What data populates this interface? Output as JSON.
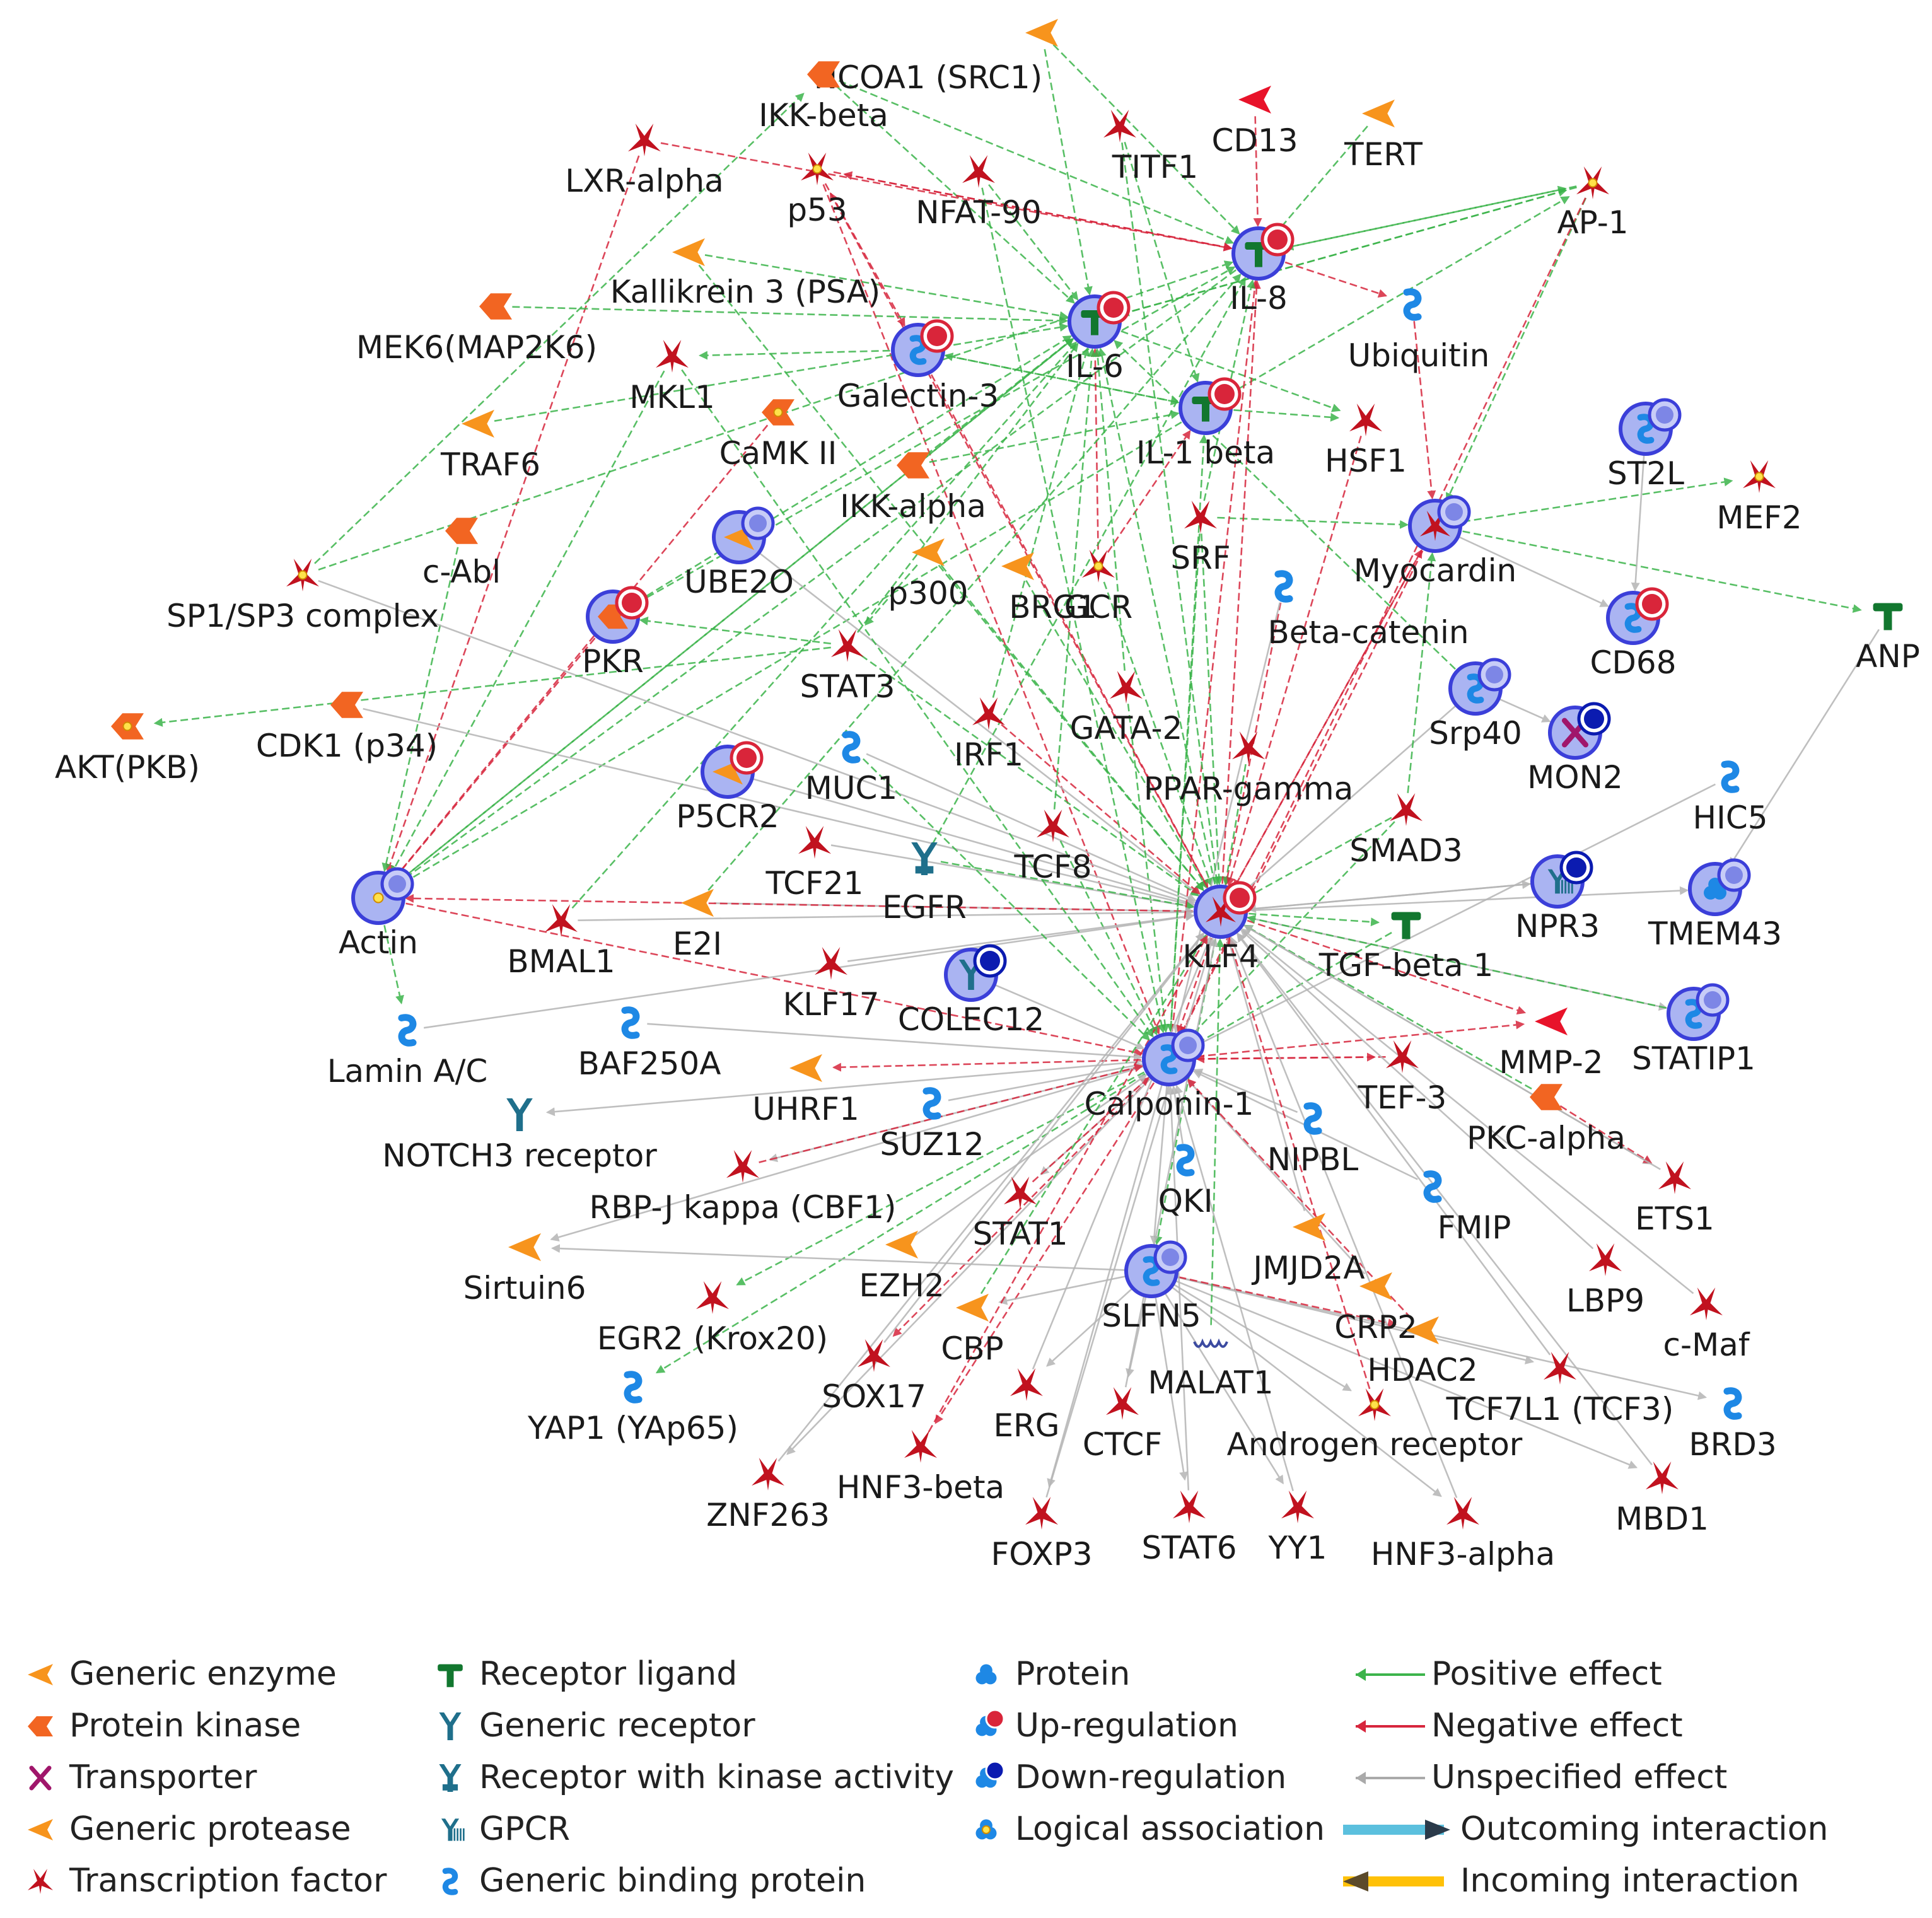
{
  "colors": {
    "enzyme": "#f7941d",
    "kinase": "#f26522",
    "tf": "#c1121f",
    "ligand": "#12772f",
    "receptor": "#1f6f8b",
    "binding": "#1e88e5",
    "protein_ring": "#3b3fd9",
    "protein_fill": "#aab4f2",
    "up": "#d9253a",
    "down": "#0b1bb0",
    "transporter": "#a0166b",
    "edge_pos": "#3cb44b",
    "edge_neg": "#d7263d",
    "edge_unspec": "#b5b5b5"
  },
  "nodes": {
    "ncoa1": {
      "label": "NCOA1 (SRC1)",
      "type": "protease"
    },
    "ikkbeta": {
      "label": "IKK-beta",
      "type": "kinase"
    },
    "cd13": {
      "label": "CD13",
      "type": "protease_red"
    },
    "lxralpha": {
      "label": "LXR-alpha",
      "type": "tf"
    },
    "titf1": {
      "label": "TITF1",
      "type": "tf"
    },
    "tert": {
      "label": "TERT",
      "type": "enzyme"
    },
    "p53": {
      "label": "p53",
      "type": "tf_logic"
    },
    "nfat90": {
      "label": "NFAT-90",
      "type": "tf"
    },
    "ap1": {
      "label": "AP-1",
      "type": "tf_logic"
    },
    "il8": {
      "label": "IL-8",
      "type": "ligand_up"
    },
    "klk3": {
      "label": "Kallikrein 3 (PSA)",
      "type": "protease"
    },
    "mek6": {
      "label": "MEK6(MAP2K6)",
      "type": "kinase"
    },
    "il6": {
      "label": "IL-6",
      "type": "ligand_up"
    },
    "galectin3": {
      "label": "Galectin-3",
      "type": "binding_up"
    },
    "ubiquitin": {
      "label": "Ubiquitin",
      "type": "binding"
    },
    "mkl1": {
      "label": "MKL1",
      "type": "tf"
    },
    "traf6": {
      "label": "TRAF6",
      "type": "enzyme"
    },
    "camk2": {
      "label": "CaMK II",
      "type": "kinase_logic"
    },
    "il1beta": {
      "label": "IL-1 beta",
      "type": "ligand_up"
    },
    "hsf1": {
      "label": "HSF1",
      "type": "tf"
    },
    "st2l": {
      "label": "ST2L",
      "type": "binding_assoc"
    },
    "mef2": {
      "label": "MEF2",
      "type": "tf_logic"
    },
    "ikkalpha": {
      "label": "IKK-alpha",
      "type": "kinase"
    },
    "ube2o": {
      "label": "UBE2O",
      "type": "enzyme_assoc"
    },
    "cabl": {
      "label": "c-Abl",
      "type": "kinase"
    },
    "srf": {
      "label": "SRF",
      "type": "tf"
    },
    "myocardin": {
      "label": "Myocardin",
      "type": "tf_assoc"
    },
    "sp1sp3": {
      "label": "SP1/SP3 complex",
      "type": "tf_logic"
    },
    "pkr": {
      "label": "PKR",
      "type": "kinase_up"
    },
    "p300": {
      "label": "p300",
      "type": "enzyme"
    },
    "brg1": {
      "label": "BRG1",
      "type": "enzyme"
    },
    "gcr": {
      "label": "GCR",
      "type": "tf_logic"
    },
    "betacatenin": {
      "label": "Beta-catenin",
      "type": "binding"
    },
    "cd68": {
      "label": "CD68",
      "type": "binding_up"
    },
    "anp": {
      "label": "ANP",
      "type": "ligand"
    },
    "stat3": {
      "label": "STAT3",
      "type": "tf"
    },
    "gata2": {
      "label": "GATA-2",
      "type": "tf"
    },
    "srp40": {
      "label": "Srp40",
      "type": "binding_assoc"
    },
    "mon2": {
      "label": "MON2",
      "type": "transporter_down"
    },
    "aktpkb": {
      "label": "AKT(PKB)",
      "type": "kinase_logic"
    },
    "cdk1": {
      "label": "CDK1 (p34)",
      "type": "kinase"
    },
    "irf1": {
      "label": "IRF1",
      "type": "tf"
    },
    "p5cr2": {
      "label": "P5CR2",
      "type": "enzyme_up"
    },
    "muc1": {
      "label": "MUC1",
      "type": "binding"
    },
    "pparg": {
      "label": "PPAR-gamma",
      "type": "tf"
    },
    "hic5": {
      "label": "HIC5",
      "type": "binding"
    },
    "tcf21": {
      "label": "TCF21",
      "type": "tf"
    },
    "tcf8": {
      "label": "TCF8",
      "type": "tf"
    },
    "smad3": {
      "label": "SMAD3",
      "type": "tf"
    },
    "egfr": {
      "label": "EGFR",
      "type": "rtk"
    },
    "npr3": {
      "label": "NPR3",
      "type": "gpcr_down"
    },
    "tmem43": {
      "label": "TMEM43",
      "type": "protein_assoc"
    },
    "actin": {
      "label": "Actin",
      "type": "logic_assoc"
    },
    "e2i": {
      "label": "E2I",
      "type": "enzyme"
    },
    "klf4": {
      "label": "KLF4",
      "type": "tf_up"
    },
    "tgfb1": {
      "label": "TGF-beta 1",
      "type": "ligand"
    },
    "bmal1": {
      "label": "BMAL1",
      "type": "tf"
    },
    "klf17": {
      "label": "KLF17",
      "type": "tf"
    },
    "colec12": {
      "label": "COLEC12",
      "type": "receptor_down"
    },
    "mmp2": {
      "label": "MMP-2",
      "type": "protease_red"
    },
    "statip1": {
      "label": "STATIP1",
      "type": "binding_assoc"
    },
    "laminac": {
      "label": "Lamin A/C",
      "type": "binding"
    },
    "baf250a": {
      "label": "BAF250A",
      "type": "binding"
    },
    "calponin1": {
      "label": "Calponin-1",
      "type": "binding_assoc"
    },
    "tef3": {
      "label": "TEF-3",
      "type": "tf"
    },
    "uhrf1": {
      "label": "UHRF1",
      "type": "enzyme"
    },
    "pkcalpha": {
      "label": "PKC-alpha",
      "type": "kinase"
    },
    "notch3": {
      "label": "NOTCH3 receptor",
      "type": "receptor"
    },
    "suz12": {
      "label": "SUZ12",
      "type": "binding"
    },
    "nipbl": {
      "label": "NIPBL",
      "type": "binding"
    },
    "ets1": {
      "label": "ETS1",
      "type": "tf"
    },
    "rbpj": {
      "label": "RBP-J kappa (CBF1)",
      "type": "tf"
    },
    "qki": {
      "label": "QKI",
      "type": "binding"
    },
    "fmip": {
      "label": "FMIP",
      "type": "binding"
    },
    "stat1": {
      "label": "STAT1",
      "type": "tf"
    },
    "jmjd2a": {
      "label": "JMJD2A",
      "type": "enzyme"
    },
    "lbp9": {
      "label": "LBP9",
      "type": "tf"
    },
    "sirtuin6": {
      "label": "Sirtuin6",
      "type": "enzyme"
    },
    "ezh2": {
      "label": "EZH2",
      "type": "enzyme"
    },
    "crp2": {
      "label": "CRP2",
      "type": "enzyme"
    },
    "cmaf": {
      "label": "c-Maf",
      "type": "tf"
    },
    "egr2": {
      "label": "EGR2 (Krox20)",
      "type": "tf"
    },
    "slfn5": {
      "label": "SLFN5",
      "type": "binding_assoc"
    },
    "hdac2": {
      "label": "HDAC2",
      "type": "enzyme"
    },
    "cbp": {
      "label": "CBP",
      "type": "enzyme"
    },
    "malat1": {
      "label": "MALAT1",
      "type": "rna"
    },
    "sox17": {
      "label": "SOX17",
      "type": "tf"
    },
    "yap1": {
      "label": "YAP1 (YAp65)",
      "type": "binding"
    },
    "erg": {
      "label": "ERG",
      "type": "tf"
    },
    "ctcf": {
      "label": "CTCF",
      "type": "tf"
    },
    "ar": {
      "label": "Androgen receptor",
      "type": "tf_logic"
    },
    "tcf7l1": {
      "label": "TCF7L1 (TCF3)",
      "type": "tf"
    },
    "brd3": {
      "label": "BRD3",
      "type": "binding"
    },
    "znf263": {
      "label": "ZNF263",
      "type": "tf"
    },
    "hnf3beta": {
      "label": "HNF3-beta",
      "type": "tf"
    },
    "foxp3": {
      "label": "FOXP3",
      "type": "tf"
    },
    "stat6": {
      "label": "STAT6",
      "type": "tf"
    },
    "yy1": {
      "label": "YY1",
      "type": "tf"
    },
    "hnf3alpha": {
      "label": "HNF3-alpha",
      "type": "tf"
    },
    "mbd1": {
      "label": "MBD1",
      "type": "tf"
    }
  },
  "edges": [
    [
      "ncoa1",
      "il6",
      "pos"
    ],
    [
      "ncoa1",
      "il8",
      "pos"
    ],
    [
      "ikkbeta",
      "il8",
      "pos"
    ],
    [
      "ikkbeta",
      "il6",
      "pos"
    ],
    [
      "cd13",
      "il8",
      "neg"
    ],
    [
      "lxralpha",
      "actin",
      "neg"
    ],
    [
      "lxralpha",
      "il8",
      "neg"
    ],
    [
      "titf1",
      "il1beta",
      "pos"
    ],
    [
      "tert",
      "il8",
      "pos"
    ],
    [
      "p53",
      "il8",
      "neg"
    ],
    [
      "p53",
      "galectin3",
      "neg"
    ],
    [
      "p53",
      "calponin1",
      "neg"
    ],
    [
      "nfat90",
      "il6",
      "pos"
    ],
    [
      "ap1",
      "il8",
      "pos"
    ],
    [
      "ap1",
      "il6",
      "pos"
    ],
    [
      "ap1",
      "myocardin",
      "pos"
    ],
    [
      "ap1",
      "calponin1",
      "neg"
    ],
    [
      "il8",
      "ap1",
      "pos"
    ],
    [
      "il8",
      "actin",
      "pos"
    ],
    [
      "il8",
      "p53",
      "neg"
    ],
    [
      "il8",
      "ubiquitin",
      "neg"
    ],
    [
      "klk3",
      "il6",
      "pos"
    ],
    [
      "mek6",
      "il6",
      "pos"
    ],
    [
      "il6",
      "actin",
      "pos"
    ],
    [
      "il6",
      "ap1",
      "pos"
    ],
    [
      "il6",
      "hsf1",
      "pos"
    ],
    [
      "galectin3",
      "il1beta",
      "pos"
    ],
    [
      "galectin3",
      "klf4",
      "neg"
    ],
    [
      "galectin3",
      "mkl1",
      "pos"
    ],
    [
      "ubiquitin",
      "myocardin",
      "neg"
    ],
    [
      "mkl1",
      "actin",
      "pos"
    ],
    [
      "traf6",
      "il6",
      "pos"
    ],
    [
      "camk2",
      "actin",
      "neg"
    ],
    [
      "il1beta",
      "ap1",
      "pos"
    ],
    [
      "il1beta",
      "hsf1",
      "pos"
    ],
    [
      "il1beta",
      "actin",
      "pos"
    ],
    [
      "il1beta",
      "galectin3",
      "pos"
    ],
    [
      "myocardin",
      "calponin1",
      "neg"
    ],
    [
      "myocardin",
      "klf4",
      "neg"
    ],
    [
      "myocardin",
      "anp",
      "pos"
    ],
    [
      "myocardin",
      "mef2",
      "pos"
    ],
    [
      "myocardin",
      "cd68",
      "unspec"
    ],
    [
      "st2l",
      "cd68",
      "unspec"
    ],
    [
      "srf",
      "calponin1",
      "pos"
    ],
    [
      "srf",
      "myocardin",
      "pos"
    ],
    [
      "srf",
      "klf4",
      "pos"
    ],
    [
      "ube2o",
      "klf4",
      "unspec"
    ],
    [
      "cabl",
      "actin",
      "pos"
    ],
    [
      "sp1sp3",
      "il8",
      "pos"
    ],
    [
      "sp1sp3",
      "ikkbeta",
      "pos"
    ],
    [
      "sp1sp3",
      "klf4",
      "unspec"
    ],
    [
      "pkr",
      "il6",
      "pos"
    ],
    [
      "pkr",
      "il8",
      "pos"
    ],
    [
      "pkr",
      "actin",
      "neg"
    ],
    [
      "p300",
      "klf4",
      "pos"
    ],
    [
      "brg1",
      "klf4",
      "pos"
    ],
    [
      "gcr",
      "il6",
      "neg"
    ],
    [
      "gcr",
      "il1beta",
      "neg"
    ],
    [
      "gcr",
      "klf4",
      "pos"
    ],
    [
      "betacatenin",
      "klf4",
      "neg"
    ],
    [
      "betacatenin",
      "calponin1",
      "unspec"
    ],
    [
      "anp",
      "tmem43",
      "unspec"
    ],
    [
      "stat3",
      "il6",
      "pos"
    ],
    [
      "stat3",
      "pkr",
      "pos"
    ],
    [
      "stat3",
      "klf4",
      "pos"
    ],
    [
      "stat3",
      "aktpkb",
      "pos"
    ],
    [
      "gata2",
      "calponin1",
      "pos"
    ],
    [
      "srp40",
      "klf4",
      "unspec"
    ],
    [
      "srp40",
      "mon2",
      "unspec"
    ],
    [
      "cdk1",
      "klf4",
      "unspec"
    ],
    [
      "irf1",
      "il6",
      "pos"
    ],
    [
      "irf1",
      "klf4",
      "neg"
    ],
    [
      "p5cr2",
      "klf4",
      "unspec"
    ],
    [
      "muc1",
      "klf4",
      "unspec"
    ],
    [
      "pparg",
      "klf4",
      "pos"
    ],
    [
      "hic5",
      "calponin1",
      "unspec"
    ],
    [
      "tcf21",
      "klf4",
      "unspec"
    ],
    [
      "tcf8",
      "calponin1",
      "pos"
    ],
    [
      "smad3",
      "calponin1",
      "pos"
    ],
    [
      "smad3",
      "klf4",
      "pos"
    ],
    [
      "egfr",
      "klf4",
      "pos"
    ],
    [
      "npr3",
      "klf4",
      "unspec"
    ],
    [
      "actin",
      "laminac",
      "pos"
    ],
    [
      "actin",
      "il6",
      "pos"
    ],
    [
      "actin",
      "calponin1",
      "neg"
    ],
    [
      "e2i",
      "klf4",
      "unspec"
    ],
    [
      "klf4",
      "actin",
      "neg"
    ],
    [
      "klf4",
      "calponin1",
      "neg"
    ],
    [
      "klf4",
      "mmp2",
      "neg"
    ],
    [
      "klf4",
      "tgfb1",
      "pos"
    ],
    [
      "klf4",
      "il8",
      "neg"
    ],
    [
      "klf4",
      "il6",
      "pos"
    ],
    [
      "klf4",
      "myocardin",
      "neg"
    ],
    [
      "klf4",
      "p53",
      "neg"
    ],
    [
      "klf4",
      "ets1",
      "unspec"
    ],
    [
      "klf4",
      "slfn5",
      "pos"
    ],
    [
      "klf4",
      "npr3",
      "unspec"
    ],
    [
      "klf4",
      "tmem43",
      "unspec"
    ],
    [
      "klf4",
      "statip1",
      "unspec"
    ],
    [
      "bmal1",
      "klf4",
      "unspec"
    ],
    [
      "klf17",
      "klf4",
      "unspec"
    ],
    [
      "colec12",
      "calponin1",
      "unspec"
    ],
    [
      "tgfb1",
      "calponin1",
      "pos"
    ],
    [
      "statip1",
      "klf4",
      "pos"
    ],
    [
      "laminac",
      "klf4",
      "unspec"
    ],
    [
      "baf250a",
      "calponin1",
      "unspec"
    ],
    [
      "calponin1",
      "slfn5",
      "unspec"
    ],
    [
      "calponin1",
      "uhrf1",
      "neg"
    ],
    [
      "calponin1",
      "notch3",
      "unspec"
    ],
    [
      "calponin1",
      "egr2",
      "pos"
    ],
    [
      "calponin1",
      "sox17",
      "neg"
    ],
    [
      "calponin1",
      "yap1",
      "pos"
    ],
    [
      "calponin1",
      "foxp3",
      "unspec"
    ],
    [
      "calponin1",
      "hnf3beta",
      "neg"
    ],
    [
      "calponin1",
      "znf263",
      "unspec"
    ],
    [
      "calponin1",
      "sirtuin6",
      "unspec"
    ],
    [
      "calponin1",
      "rbpj",
      "unspec"
    ],
    [
      "calponin1",
      "stat1",
      "unspec"
    ],
    [
      "calponin1",
      "tef3",
      "neg"
    ],
    [
      "calponin1",
      "mmp2",
      "neg"
    ],
    [
      "calponin1",
      "il8",
      "neg"
    ],
    [
      "calponin1",
      "il1beta",
      "pos"
    ],
    [
      "tef3",
      "calponin1",
      "neg"
    ],
    [
      "pkcalpha",
      "ets1",
      "neg"
    ],
    [
      "pkcalpha",
      "klf4",
      "pos"
    ],
    [
      "suz12",
      "calponin1",
      "unspec"
    ],
    [
      "nipbl",
      "calponin1",
      "unspec"
    ],
    [
      "ets1",
      "klf4",
      "unspec"
    ],
    [
      "rbpj",
      "calponin1",
      "neg"
    ],
    [
      "qki",
      "calponin1",
      "unspec"
    ],
    [
      "fmip",
      "calponin1",
      "unspec"
    ],
    [
      "stat1",
      "calponin1",
      "neg"
    ],
    [
      "jmjd2a",
      "klf4",
      "unspec"
    ],
    [
      "lbp9",
      "klf4",
      "unspec"
    ],
    [
      "ezh2",
      "calponin1",
      "unspec"
    ],
    [
      "crp2",
      "calponin1",
      "unspec"
    ],
    [
      "cmaf",
      "klf4",
      "unspec"
    ],
    [
      "slfn5",
      "ar",
      "unspec"
    ],
    [
      "slfn5",
      "stat6",
      "unspec"
    ],
    [
      "slfn5",
      "yy1",
      "unspec"
    ],
    [
      "slfn5",
      "hnf3alpha",
      "unspec"
    ],
    [
      "slfn5",
      "ctcf",
      "unspec"
    ],
    [
      "slfn5",
      "erg",
      "unspec"
    ],
    [
      "slfn5",
      "mbd1",
      "unspec"
    ],
    [
      "slfn5",
      "tcf7l1",
      "unspec"
    ],
    [
      "slfn5",
      "brd3",
      "unspec"
    ],
    [
      "slfn5",
      "hdac2",
      "neg"
    ],
    [
      "slfn5",
      "cbp",
      "unspec"
    ],
    [
      "slfn5",
      "sirtuin6",
      "unspec"
    ],
    [
      "hdac2",
      "calponin1",
      "neg"
    ],
    [
      "cbp",
      "klf4",
      "pos"
    ],
    [
      "malat1",
      "klf4",
      "pos"
    ],
    [
      "sox17",
      "klf4",
      "unspec"
    ],
    [
      "erg",
      "klf4",
      "unspec"
    ],
    [
      "ctcf",
      "klf4",
      "unspec"
    ],
    [
      "ar",
      "klf4",
      "neg"
    ],
    [
      "tcf7l1",
      "klf4",
      "unspec"
    ],
    [
      "znf263",
      "klf4",
      "unspec"
    ],
    [
      "hnf3beta",
      "klf4",
      "neg"
    ],
    [
      "foxp3",
      "klf4",
      "unspec"
    ],
    [
      "stat6",
      "calponin1",
      "unspec"
    ],
    [
      "yy1",
      "calponin1",
      "unspec"
    ],
    [
      "hnf3alpha",
      "klf4",
      "unspec"
    ],
    [
      "mbd1",
      "klf4",
      "unspec"
    ],
    [
      "titf1",
      "klf4",
      "pos"
    ],
    [
      "nfat90",
      "calponin1",
      "pos"
    ],
    [
      "mkl1",
      "calponin1",
      "pos"
    ],
    [
      "muc1",
      "calponin1",
      "pos"
    ],
    [
      "klk3",
      "klf4",
      "pos"
    ],
    [
      "ikkalpha",
      "il6",
      "pos"
    ],
    [
      "ikkalpha",
      "il1beta",
      "pos"
    ],
    [
      "p300",
      "stat3",
      "pos"
    ],
    [
      "srf",
      "il8",
      "pos"
    ],
    [
      "gata2",
      "il6",
      "pos"
    ],
    [
      "smad3",
      "myocardin",
      "pos"
    ],
    [
      "tcf8",
      "il6",
      "pos"
    ],
    [
      "egfr",
      "il8",
      "pos"
    ],
    [
      "e2i",
      "il8",
      "pos"
    ],
    [
      "bmal1",
      "il6",
      "pos"
    ],
    [
      "hsf1",
      "klf4",
      "neg"
    ],
    [
      "srp40",
      "il6",
      "pos"
    ]
  ],
  "legend": {
    "col1": [
      {
        "label": "Generic enzyme",
        "icon": "enzyme-icon"
      },
      {
        "label": "Protein kinase",
        "icon": "kinase-icon"
      },
      {
        "label": "Transporter",
        "icon": "transporter-icon"
      },
      {
        "label": "Generic protease",
        "icon": "protease-icon"
      },
      {
        "label": "Transcription factor",
        "icon": "transcription-factor-icon"
      }
    ],
    "col2": [
      {
        "label": "Receptor ligand",
        "icon": "receptor-ligand-icon"
      },
      {
        "label": "Generic receptor",
        "icon": "generic-receptor-icon"
      },
      {
        "label": "Receptor with kinase activity",
        "icon": "receptor-kinase-icon"
      },
      {
        "label": "GPCR",
        "icon": "gpcr-icon"
      },
      {
        "label": "Generic binding protein",
        "icon": "binding-protein-icon"
      }
    ],
    "col3": [
      {
        "label": "Protein",
        "icon": "protein-icon"
      },
      {
        "label": "Up-regulation",
        "icon": "up-regulation-icon"
      },
      {
        "label": "Down-regulation",
        "icon": "down-regulation-icon"
      },
      {
        "label": "Logical association",
        "icon": "logical-association-icon"
      }
    ],
    "col4": [
      {
        "label": "Positive effect",
        "icon": "positive-arrow-icon"
      },
      {
        "label": "Negative effect",
        "icon": "negative-arrow-icon"
      },
      {
        "label": "Unspecified effect",
        "icon": "unspecified-arrow-icon"
      },
      {
        "label": "Outcoming interaction",
        "icon": "outcoming-arrow-icon"
      },
      {
        "label": "Incoming interaction",
        "icon": "incoming-arrow-icon"
      }
    ]
  }
}
